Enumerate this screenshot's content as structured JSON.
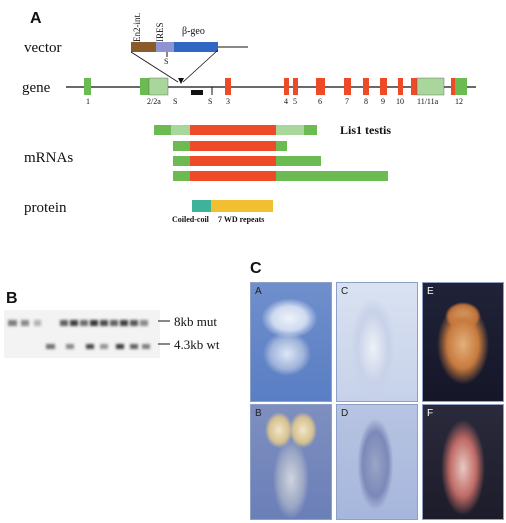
{
  "panels": {
    "a": "A",
    "b": "B",
    "c": "C"
  },
  "vector": {
    "label": "vector",
    "elements": [
      "En2-int.",
      "IRES",
      "β-geo"
    ],
    "site_s": "S"
  },
  "gene": {
    "label": "gene",
    "exons": [
      "1",
      "2/2a",
      "S",
      "S",
      "3",
      "4",
      "5",
      "6",
      "7",
      "8",
      "9",
      "10",
      "11/11a",
      "12"
    ]
  },
  "mrnas": {
    "label": "mRNAs",
    "testis_label": "Lis1 testis"
  },
  "protein": {
    "label": "protein",
    "domains": [
      "Coiled-coil",
      "7 WD repeats"
    ]
  },
  "blot": {
    "bands": [
      "8kb mut",
      "4.3kb wt"
    ]
  },
  "embryos": [
    "A",
    "C",
    "E",
    "B",
    "D",
    "F"
  ],
  "colors": {
    "utr": "#a9d69a",
    "exon_noncoding": "#6cba52",
    "coding": "#ee4a28",
    "en2": "#8b5a2b",
    "ires": "#8f93d0",
    "bgeo": "#2f67c2",
    "coiled": "#3fb39a",
    "wd": "#f0c030"
  }
}
